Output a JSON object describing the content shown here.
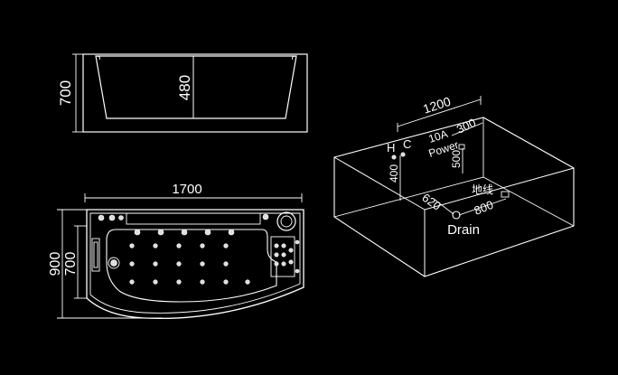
{
  "side_view": {
    "height_dim": "700",
    "depth_dim": "480"
  },
  "plan_view": {
    "length_dim": "1700",
    "width_outer_dim": "900",
    "width_inner_dim": "700"
  },
  "install_view": {
    "length_dim": "1200",
    "power_label": "10A Power",
    "power_current": "10A",
    "power_word": "Power",
    "power_offset_dim": "300",
    "power_height_dim": "500",
    "hot_label": "H",
    "cold_label": "C",
    "valve_height_dim": "400",
    "ground_label": "地线",
    "drain_offset_x_dim": "620",
    "drain_offset_y_dim": "800",
    "drain_label": "Drain"
  }
}
